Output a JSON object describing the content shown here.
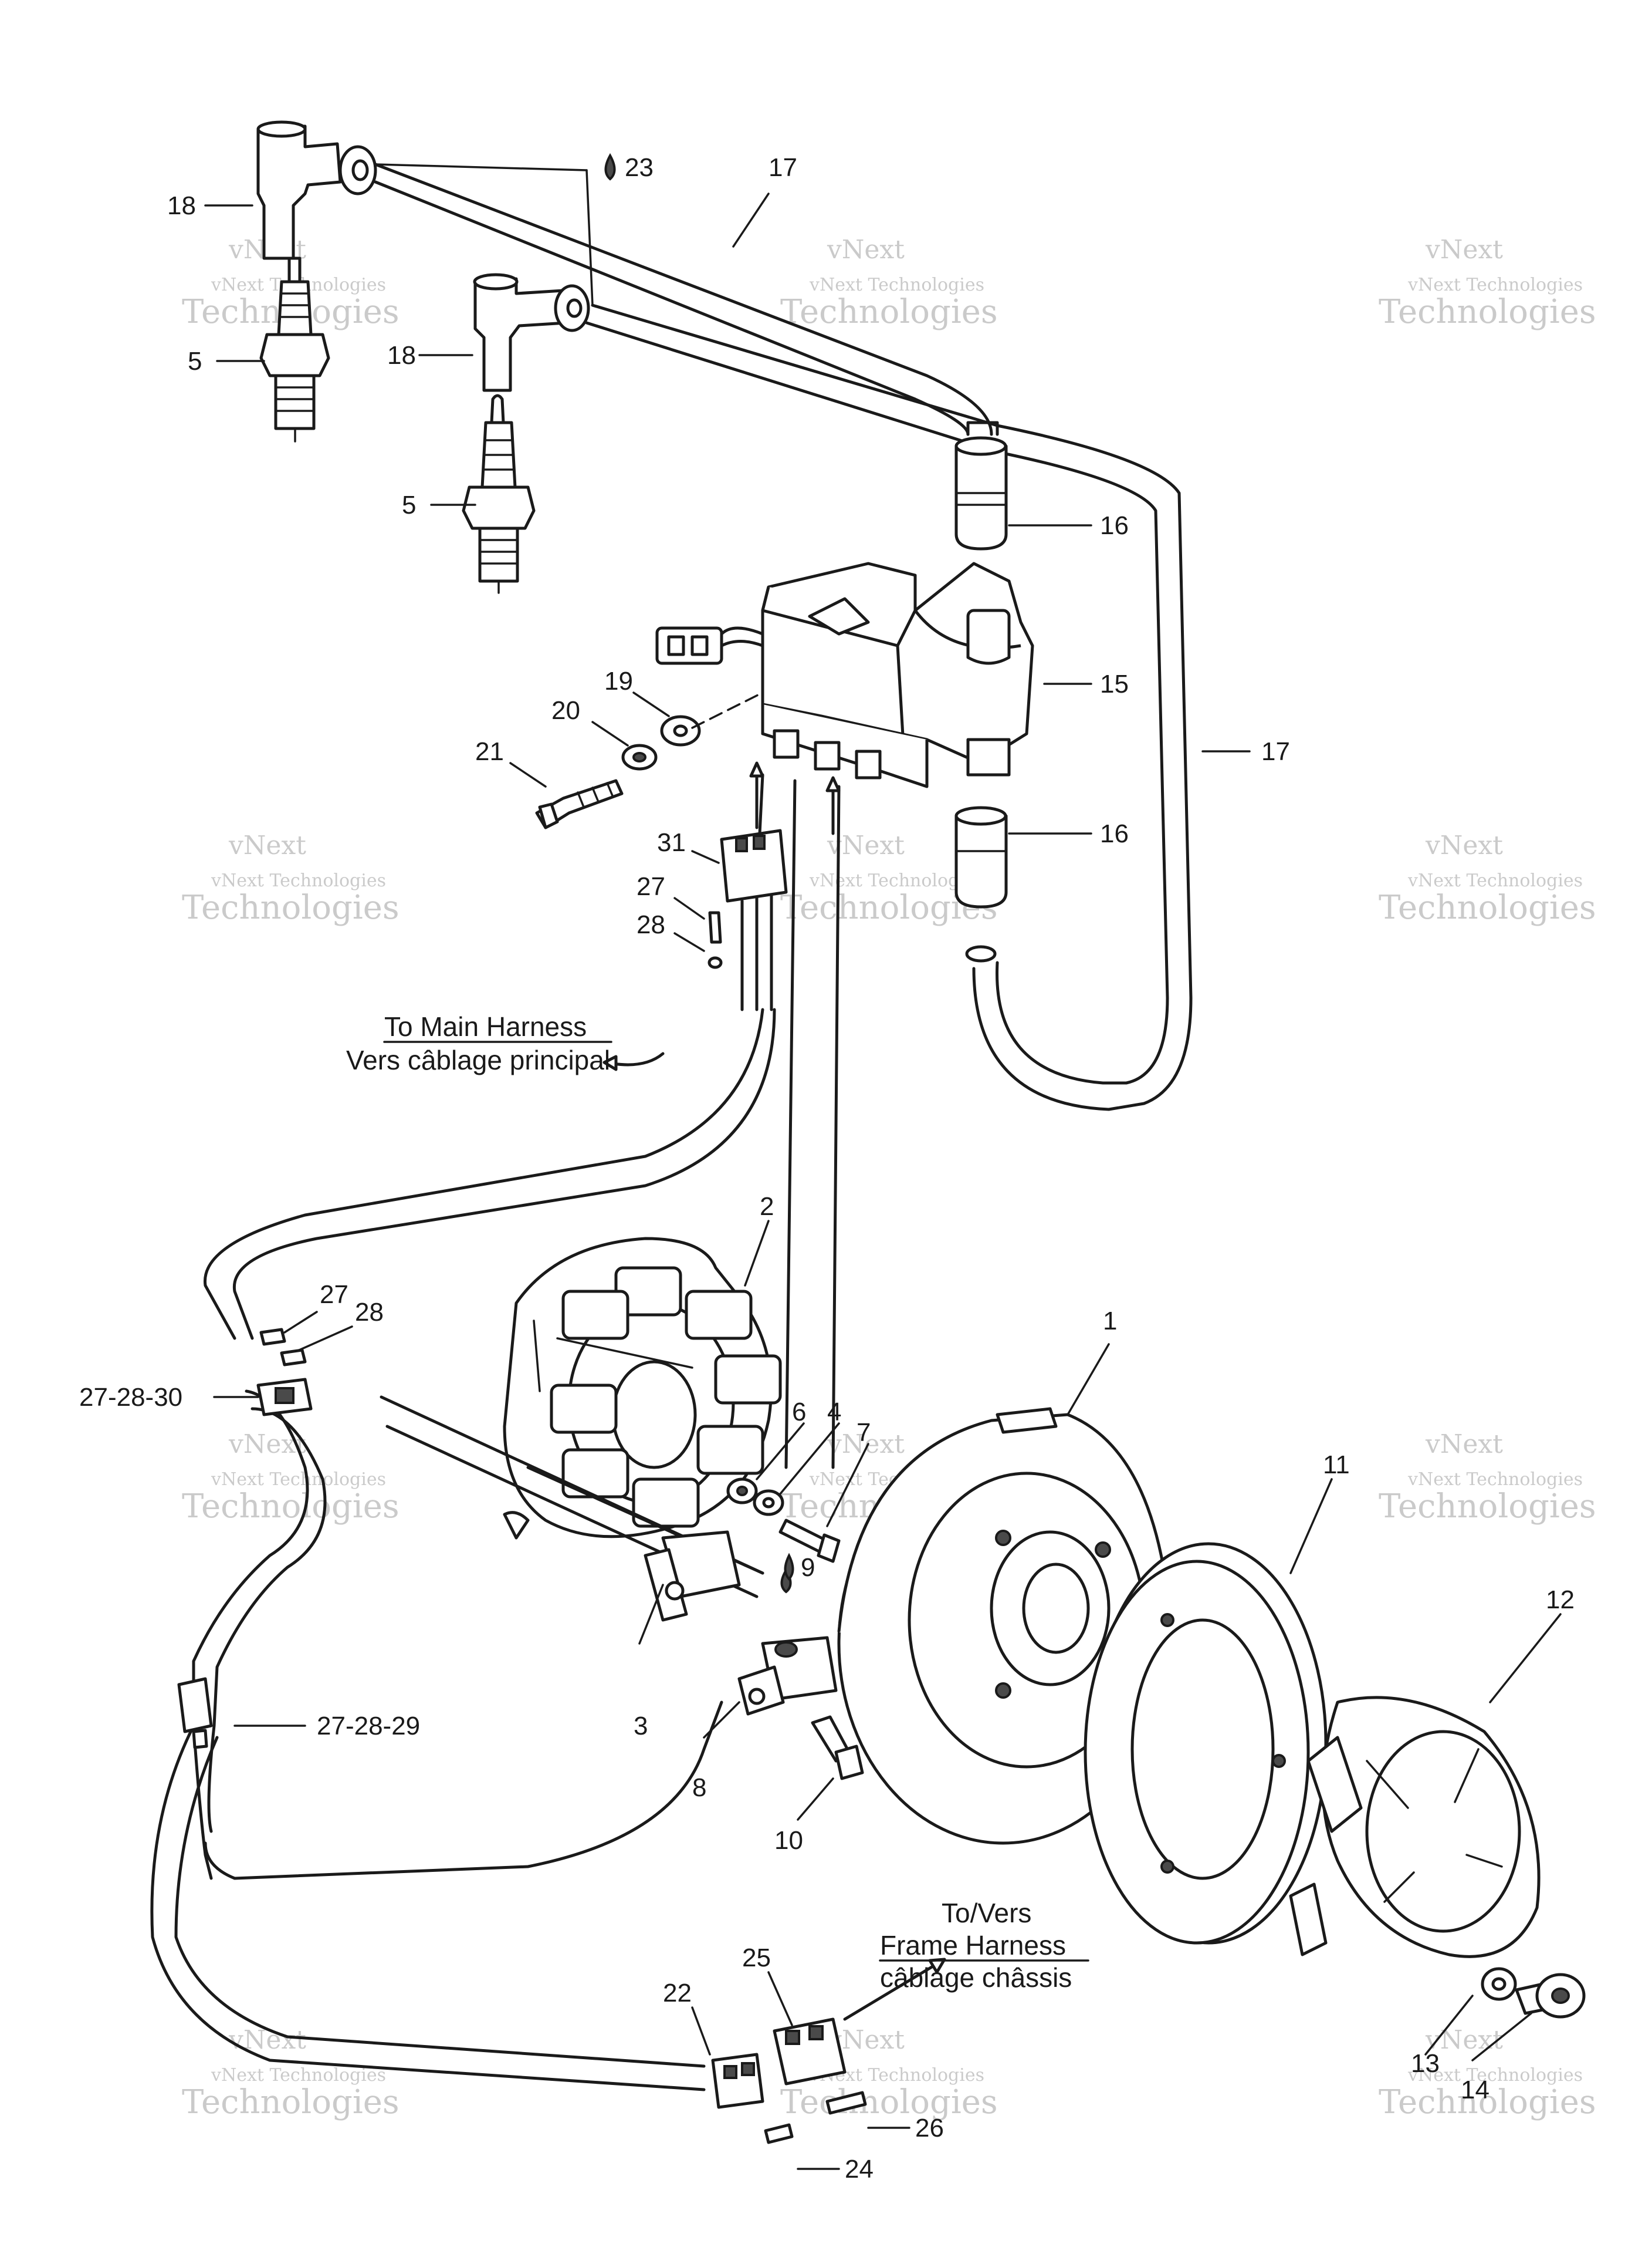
{
  "callouts": [
    {
      "key": "c1",
      "text": "1"
    },
    {
      "key": "c2",
      "text": "2"
    },
    {
      "key": "c3",
      "text": "3"
    },
    {
      "key": "c4",
      "text": "4"
    },
    {
      "key": "c5a",
      "text": "5"
    },
    {
      "key": "c5b",
      "text": "5"
    },
    {
      "key": "c6",
      "text": "6"
    },
    {
      "key": "c7",
      "text": "7"
    },
    {
      "key": "c8",
      "text": "8"
    },
    {
      "key": "c9",
      "text": "9"
    },
    {
      "key": "c10",
      "text": "10"
    },
    {
      "key": "c11",
      "text": "11"
    },
    {
      "key": "c12",
      "text": "12"
    },
    {
      "key": "c13",
      "text": "13"
    },
    {
      "key": "c14",
      "text": "14"
    },
    {
      "key": "c15",
      "text": "15"
    },
    {
      "key": "c16a",
      "text": "16"
    },
    {
      "key": "c16b",
      "text": "16"
    },
    {
      "key": "c17a",
      "text": "17"
    },
    {
      "key": "c17b",
      "text": "17"
    },
    {
      "key": "c18a",
      "text": "18"
    },
    {
      "key": "c18b",
      "text": "18"
    },
    {
      "key": "c19",
      "text": "19"
    },
    {
      "key": "c20",
      "text": "20"
    },
    {
      "key": "c21",
      "text": "21"
    },
    {
      "key": "c22",
      "text": "22"
    },
    {
      "key": "c23",
      "text": "23"
    },
    {
      "key": "c24",
      "text": "24"
    },
    {
      "key": "c25",
      "text": "25"
    },
    {
      "key": "c26",
      "text": "26"
    },
    {
      "key": "c27a",
      "text": "27"
    },
    {
      "key": "c27b",
      "text": "27"
    },
    {
      "key": "c28a",
      "text": "28"
    },
    {
      "key": "c28b",
      "text": "28"
    },
    {
      "key": "c31",
      "text": "31"
    },
    {
      "key": "c272830",
      "text": "27-28-30"
    },
    {
      "key": "c272829",
      "text": "27-28-29"
    }
  ],
  "notes": {
    "main_harness_en": "To Main Harness",
    "main_harness_fr": "Vers câblage principal",
    "frame_to": "To/Vers",
    "frame_harness_en": "Frame Harness",
    "frame_harness_fr": "câblage châssis"
  },
  "watermark": {
    "line1": "vNext Technologies",
    "line2": "vNext",
    "line3": "Technologies"
  }
}
